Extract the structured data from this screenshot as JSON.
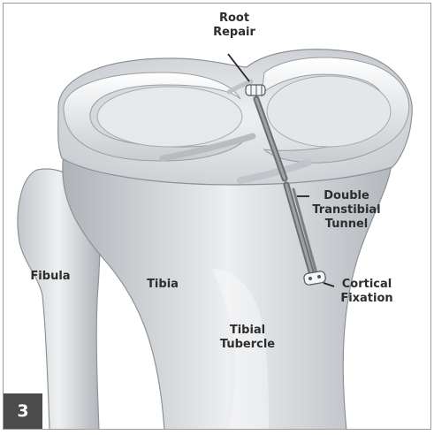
{
  "labels": {
    "root_repair": [
      "Root",
      "Repair"
    ],
    "double_tunnel": [
      "Double",
      "Transtibial",
      "Tunnel"
    ],
    "cortical_fixation": [
      "Cortical",
      "Fixation"
    ],
    "fibula": "Fibula",
    "tibia": "Tibia",
    "tibial_tubercle": [
      "Tibial",
      "Tubercle"
    ]
  },
  "figure_number": "3"
}
